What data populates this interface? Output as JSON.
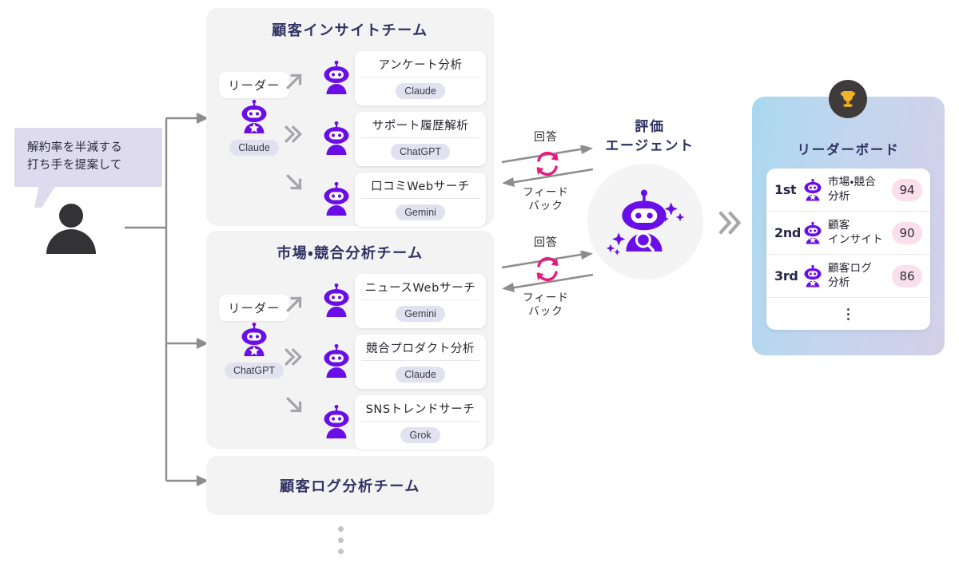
{
  "user": {
    "prompt_lines": [
      "解約率を半減する",
      "打ち手を提案して"
    ],
    "avatar_label": "user-avatar"
  },
  "teams": [
    {
      "title": "顧客インサイトチーム",
      "leader": {
        "label": "リーダー",
        "model": "Claude"
      },
      "workers": [
        {
          "task": "アンケート分析",
          "model": "Claude",
          "arrow": "chevron-up-right"
        },
        {
          "task": "サポート履歴解析",
          "model": "ChatGPT",
          "arrow": "chevron-double-right"
        },
        {
          "task": "口コミWebサーチ",
          "model": "Gemini",
          "arrow": "chevron-down-right"
        }
      ]
    },
    {
      "title": "市場・競合分析チーム",
      "leader": {
        "label": "リーダー",
        "model": "ChatGPT"
      },
      "workers": [
        {
          "task": "ニュースWebサーチ",
          "model": "Gemini",
          "arrow": "chevron-up-right"
        },
        {
          "task": "競合プロダクト分析",
          "model": "Claude",
          "arrow": "chevron-double-right"
        },
        {
          "task": "SNSトレンドサーチ",
          "model": "Grok",
          "arrow": "chevron-down-right"
        }
      ]
    },
    {
      "title": "顧客ログ分析チーム",
      "leader": null,
      "workers": []
    }
  ],
  "loops": [
    {
      "answer_label": "回答",
      "feedback_label_line1": "フィード",
      "feedback_label_line2": "バック"
    },
    {
      "answer_label": "回答",
      "feedback_label_line1": "フィード",
      "feedback_label_line2": "バック"
    }
  ],
  "eval_agent": {
    "title_line1": "評価",
    "title_line2": "エージェント",
    "icon": "robot-magnifier-sparkles-icon"
  },
  "leaderboard": {
    "title": "リーダーボード",
    "trophy_icon": "trophy-icon",
    "rows": [
      {
        "rank": "1st",
        "name_line1": "市場・競合",
        "name_line2": "分析",
        "score": "94",
        "medal": true
      },
      {
        "rank": "2nd",
        "name_line1": "顧客",
        "name_line2": "インサイト",
        "score": "90",
        "medal": false
      },
      {
        "rank": "3rd",
        "name_line1": "顧客ログ",
        "name_line2": "分析",
        "score": "86",
        "medal": false
      }
    ],
    "more_indicator": "vertical-ellipsis"
  },
  "more_teams_indicator": "vertical-ellipsis",
  "colors": {
    "robot_purple": "#6a0ee8",
    "title_navy": "#2f3162",
    "panel_gray": "#f3f3f4",
    "bubble_lavender": "#dedbef",
    "score_pink": "#fbe0eb",
    "loop_pink": "#e8187e",
    "arrow_gray": "#8d8d8f",
    "trophy_gold": "#f0b429",
    "badge_dark": "#3e3b3a"
  }
}
